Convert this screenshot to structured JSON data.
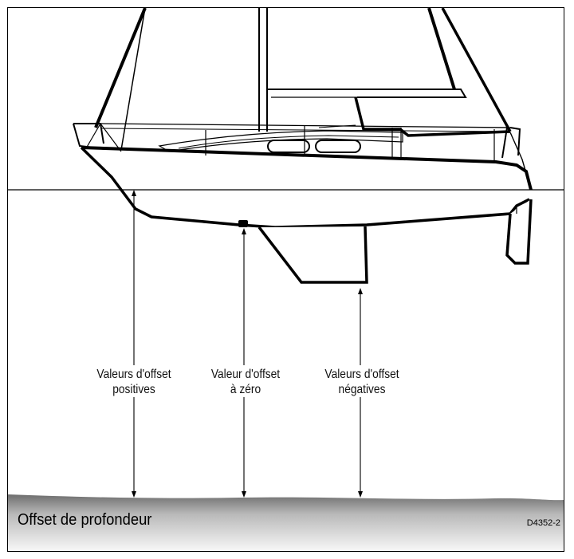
{
  "labels": {
    "positive": [
      "Valeurs d'offset",
      "positives"
    ],
    "zero": [
      "Valeur d'offset",
      "à zéro"
    ],
    "negative": [
      "Valeurs d'offset",
      "négatives"
    ]
  },
  "caption": "Offset de profondeur",
  "figure_code": "D4352-2",
  "colors": {
    "line": "#000000",
    "seabed_dark": "#6e6e6e",
    "seabed_light": "#f4f4f4"
  }
}
